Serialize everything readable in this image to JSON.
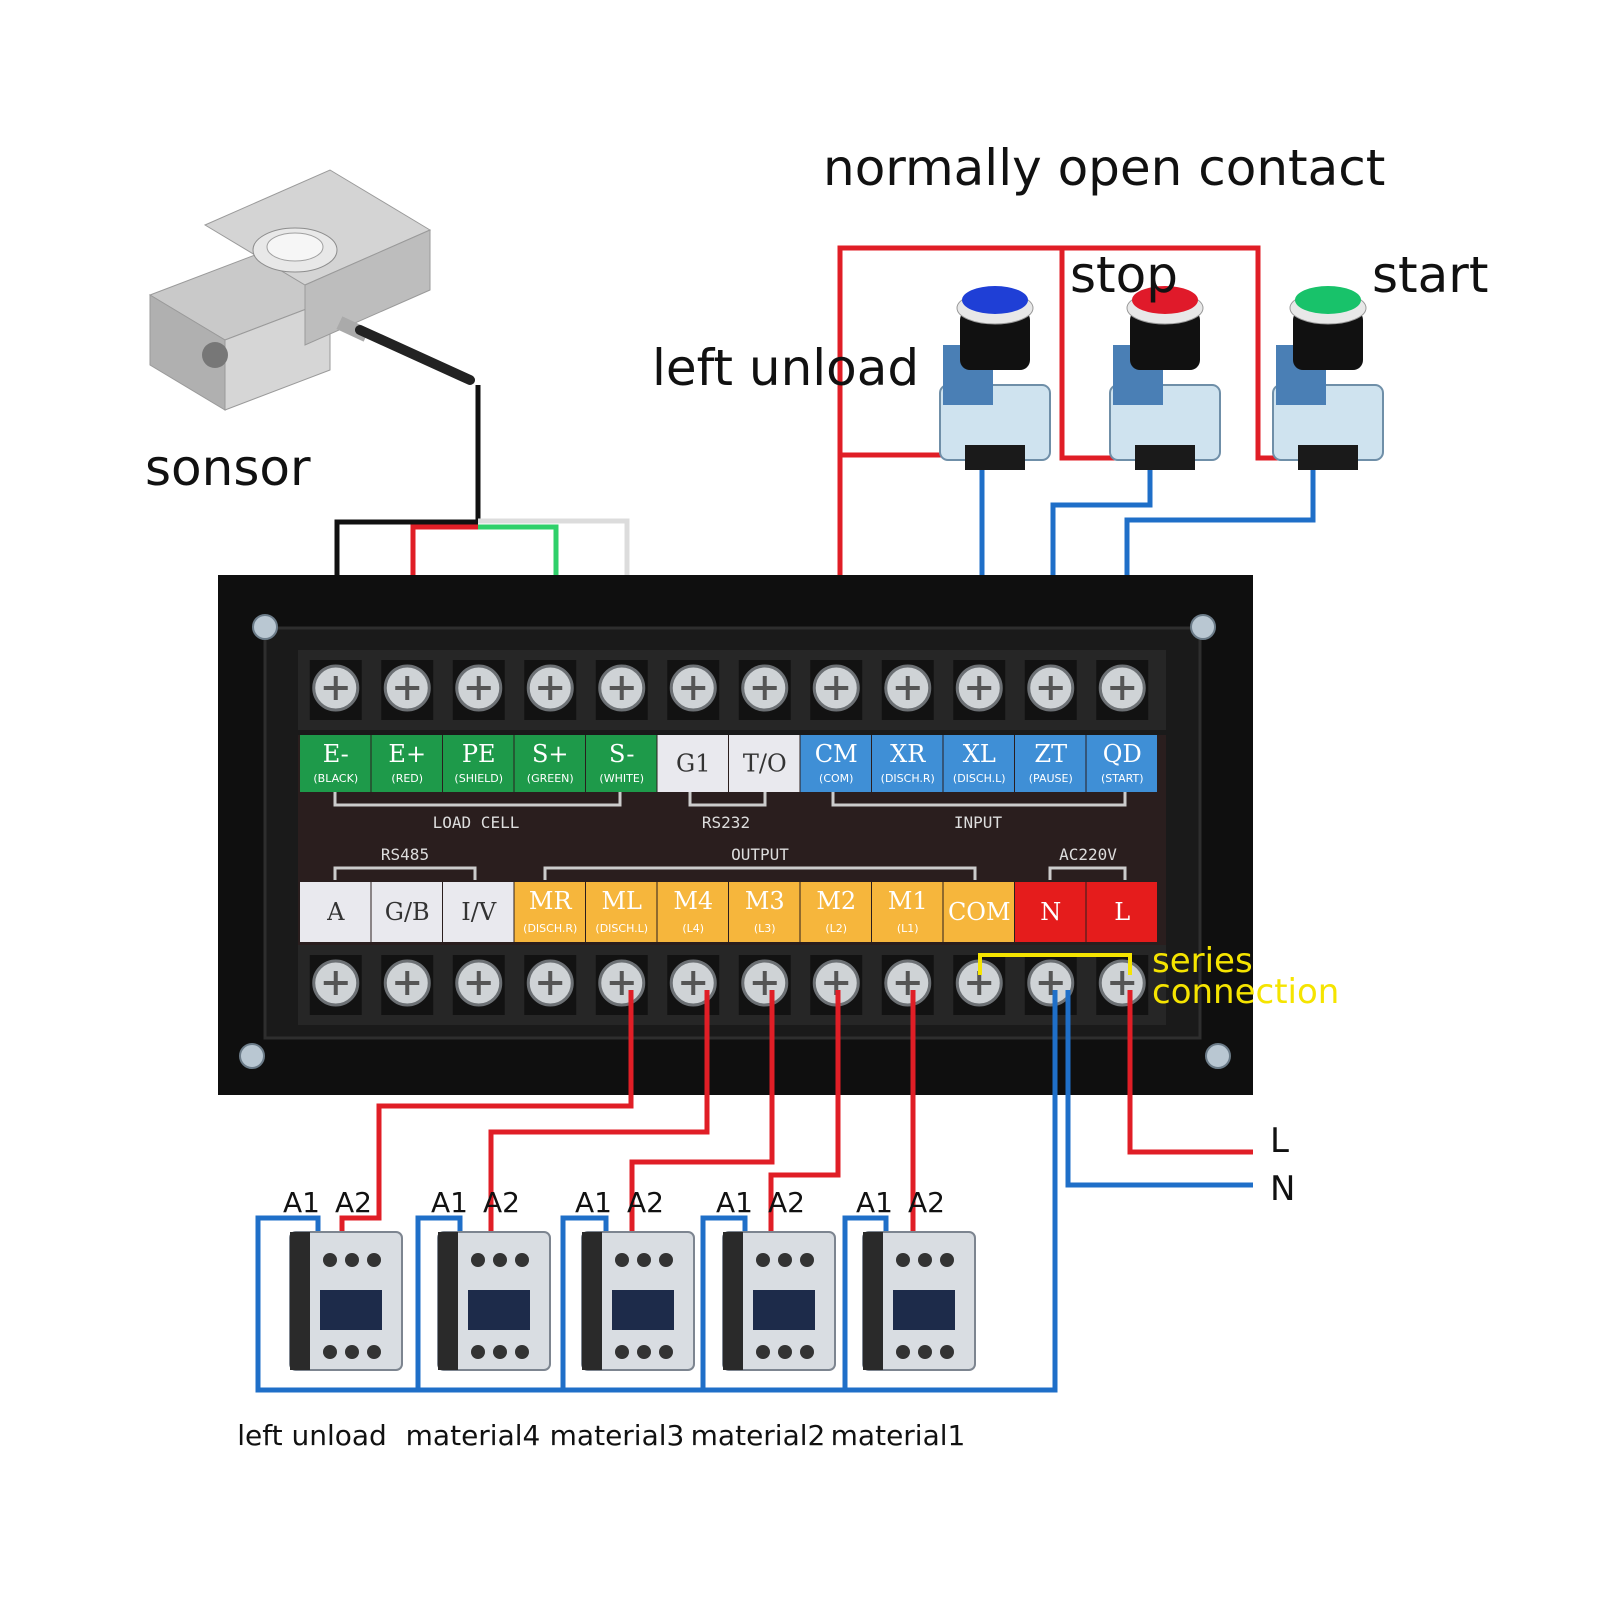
{
  "labels": {
    "normally_open": "normally open contact",
    "stop": "stop",
    "start": "start",
    "left_unload_button": "left unload",
    "sensor": "sonsor",
    "series_line1": "series",
    "series_line2": "connection",
    "line_L": "L",
    "line_N": "N"
  },
  "groups": {
    "load_cell": "LOAD CELL",
    "rs232": "RS232",
    "input": "INPUT",
    "rs485": "RS485",
    "output": "OUTPUT",
    "ac220v": "AC220V"
  },
  "top_terminals": [
    {
      "main": "E-",
      "sub": "(BLACK)",
      "color": "#1e9a4a"
    },
    {
      "main": "E+",
      "sub": "(RED)",
      "color": "#1e9a4a"
    },
    {
      "main": "PE",
      "sub": "(SHIELD)",
      "color": "#1e9a4a"
    },
    {
      "main": "S+",
      "sub": "(GREEN)",
      "color": "#1e9a4a"
    },
    {
      "main": "S-",
      "sub": "(WHITE)",
      "color": "#1e9a4a"
    },
    {
      "main": "G1",
      "sub": "",
      "color": "#e9e9ee"
    },
    {
      "main": "T/O",
      "sub": "",
      "color": "#e9e9ee"
    },
    {
      "main": "CM",
      "sub": "(COM)",
      "color": "#3f8fd6"
    },
    {
      "main": "XR",
      "sub": "(DISCH.R)",
      "color": "#3f8fd6"
    },
    {
      "main": "XL",
      "sub": "(DISCH.L)",
      "color": "#3f8fd6"
    },
    {
      "main": "ZT",
      "sub": "(PAUSE)",
      "color": "#3f8fd6"
    },
    {
      "main": "QD",
      "sub": "(START)",
      "color": "#3f8fd6"
    }
  ],
  "bottom_terminals": [
    {
      "main": "A",
      "sub": "",
      "color": "#e9e9ee"
    },
    {
      "main": "G/B",
      "sub": "",
      "color": "#e9e9ee"
    },
    {
      "main": "I/V",
      "sub": "",
      "color": "#e9e9ee"
    },
    {
      "main": "MR",
      "sub": "(DISCH.R)",
      "color": "#f6b63c"
    },
    {
      "main": "ML",
      "sub": "(DISCH.L)",
      "color": "#f6b63c"
    },
    {
      "main": "M4",
      "sub": "(L4)",
      "color": "#f6b63c"
    },
    {
      "main": "M3",
      "sub": "(L3)",
      "color": "#f6b63c"
    },
    {
      "main": "M2",
      "sub": "(L2)",
      "color": "#f6b63c"
    },
    {
      "main": "M1",
      "sub": "(L1)",
      "color": "#f6b63c"
    },
    {
      "main": "COM",
      "sub": "",
      "color": "#f6b63c"
    },
    {
      "main": "N",
      "sub": "",
      "color": "#e51c1c"
    },
    {
      "main": "L",
      "sub": "",
      "color": "#e51c1c"
    }
  ],
  "contactors": [
    {
      "a1": "A1",
      "a2": "A2",
      "name": "left unload"
    },
    {
      "a1": "A1",
      "a2": "A2",
      "name": "material4"
    },
    {
      "a1": "A1",
      "a2": "A2",
      "name": "material3"
    },
    {
      "a1": "A1",
      "a2": "A2",
      "name": "material2"
    },
    {
      "a1": "A1",
      "a2": "A2",
      "name": "material1"
    }
  ],
  "buttons": [
    {
      "name": "left-unload",
      "cap_color": "#1f3fd6"
    },
    {
      "name": "stop",
      "cap_color": "#e01a2a"
    },
    {
      "name": "start",
      "cap_color": "#18c26a"
    }
  ],
  "wire_colors": {
    "red": "#e01e26",
    "blue": "#1f6fc8",
    "black": "#111111",
    "green": "#2fd06a",
    "white": "#ffffff",
    "yellow": "#f5e400"
  }
}
